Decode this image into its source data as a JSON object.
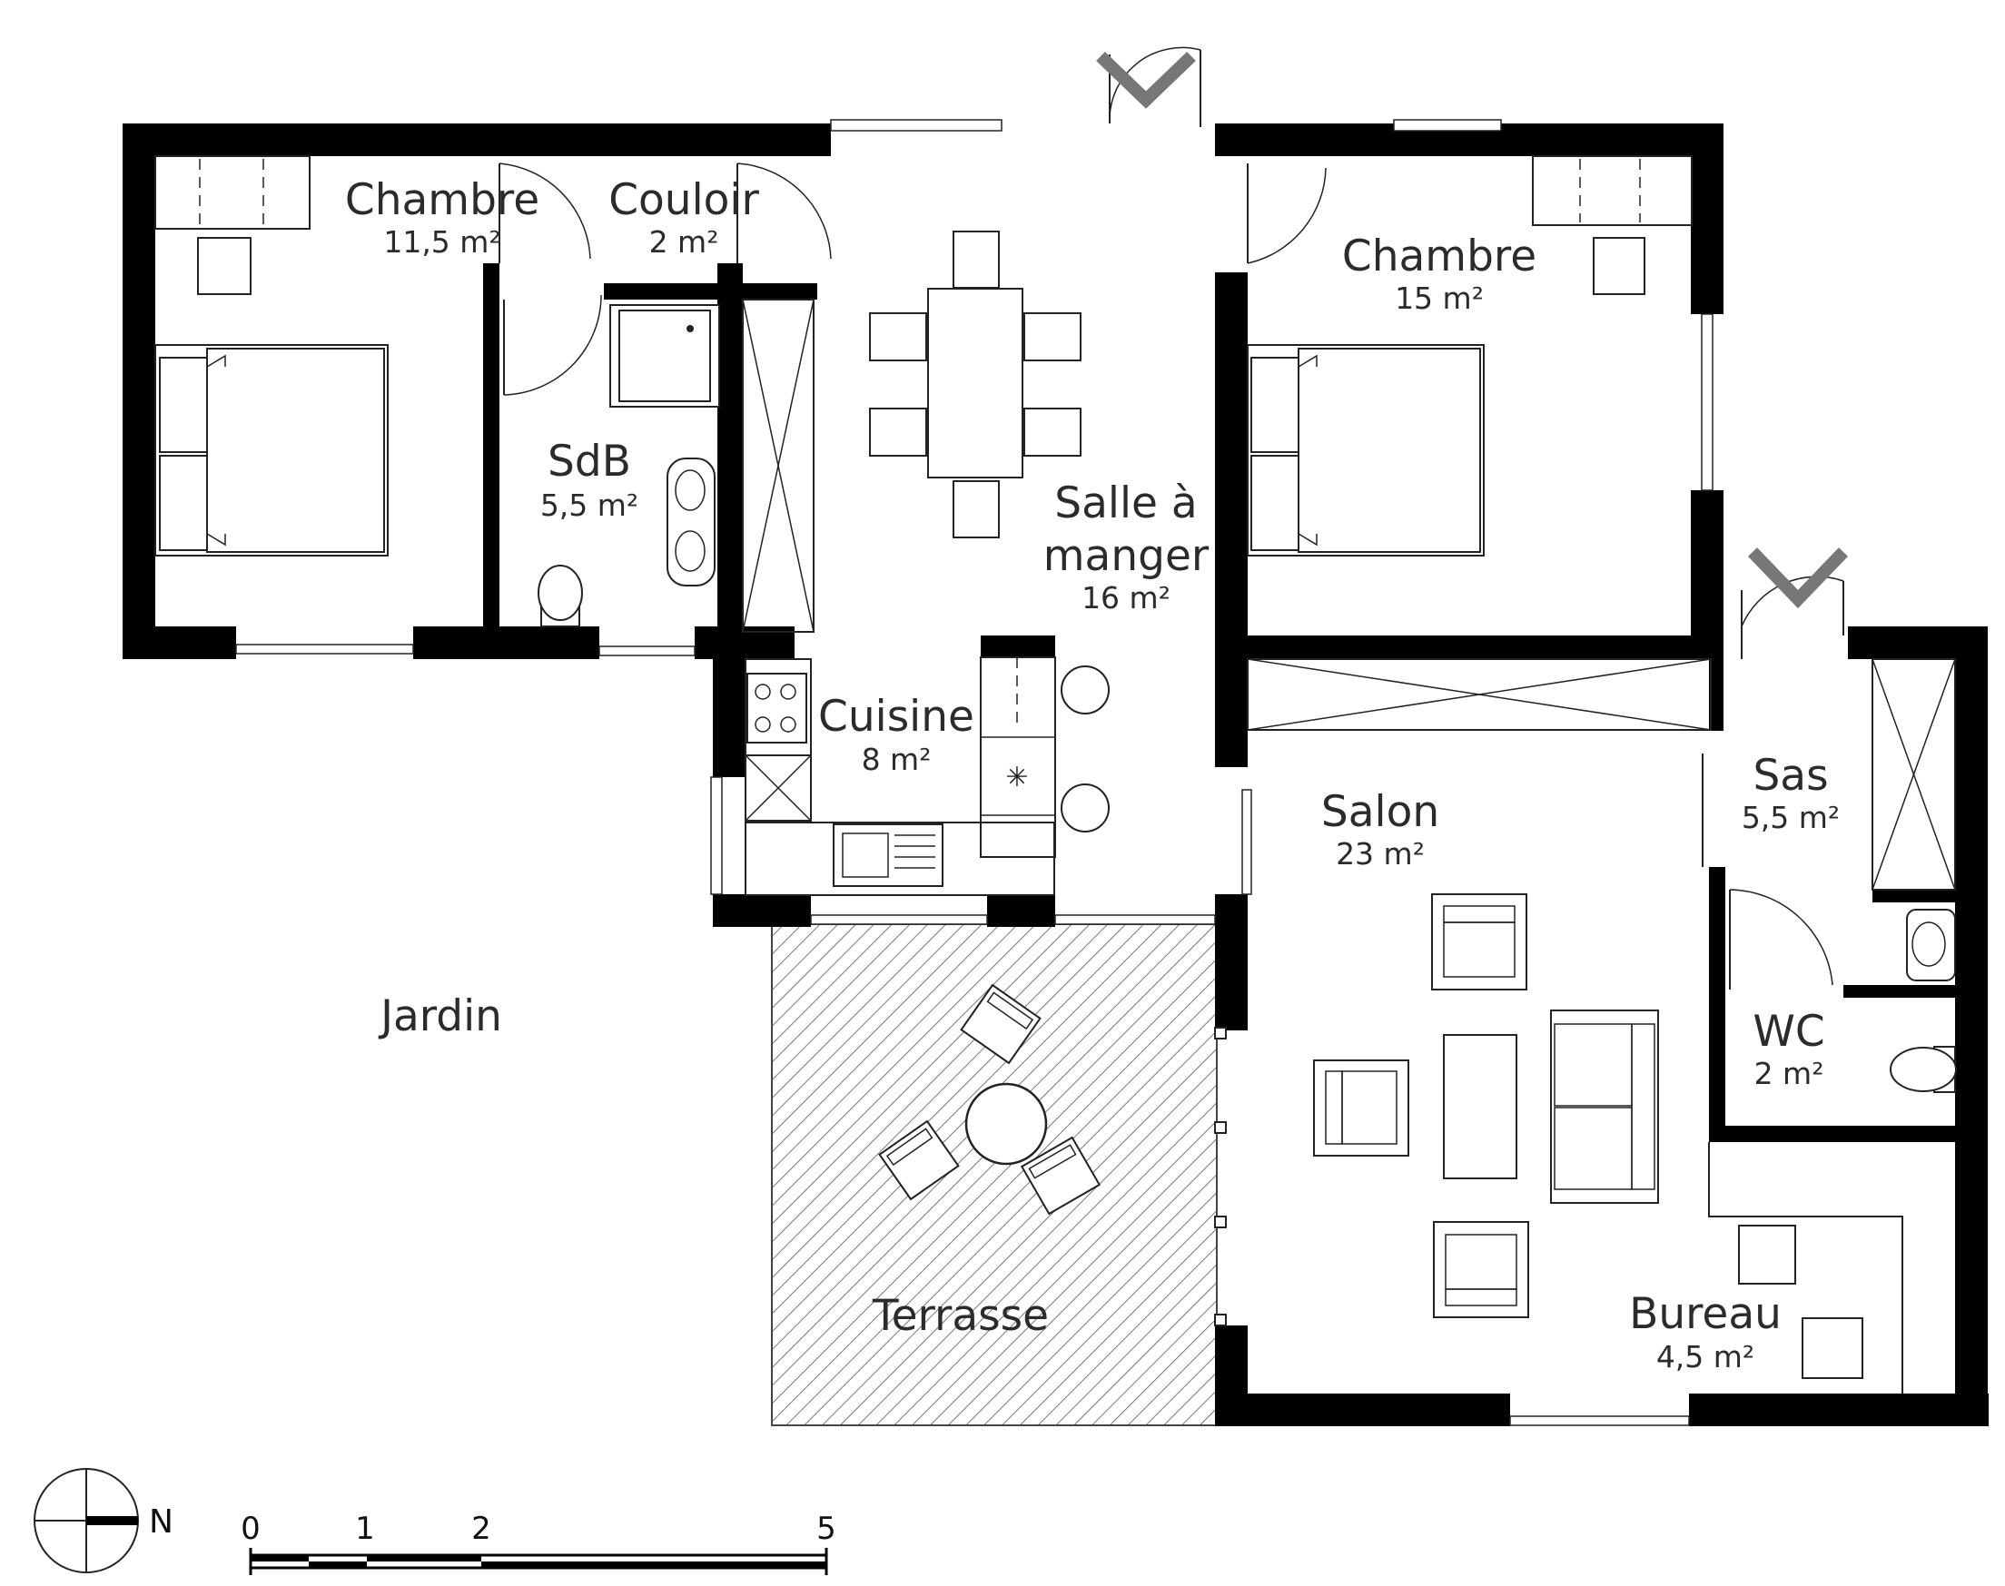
{
  "rooms": [
    {
      "name": "Chambre",
      "area": "11,5 m²"
    },
    {
      "name": "Couloir",
      "area": "2 m²"
    },
    {
      "name": "Chambre",
      "area": "15 m²"
    },
    {
      "name": "SdB",
      "area": "5,5 m²"
    },
    {
      "name_line1": "Salle à",
      "name_line2": "manger",
      "area": "16 m²"
    },
    {
      "name": "Cuisine",
      "area": "8 m²"
    },
    {
      "name": "Sas",
      "area": "5,5 m²"
    },
    {
      "name": "Salon",
      "area": "23 m²"
    },
    {
      "name": "WC",
      "area": "2 m²"
    },
    {
      "name": "Bureau",
      "area": "4,5 m²"
    }
  ],
  "outdoor": {
    "garden": "Jardin",
    "terrace": "Terrasse"
  },
  "compass": {
    "north": "N"
  },
  "scale": {
    "ticks": [
      "0",
      "1",
      "2",
      "5"
    ]
  }
}
